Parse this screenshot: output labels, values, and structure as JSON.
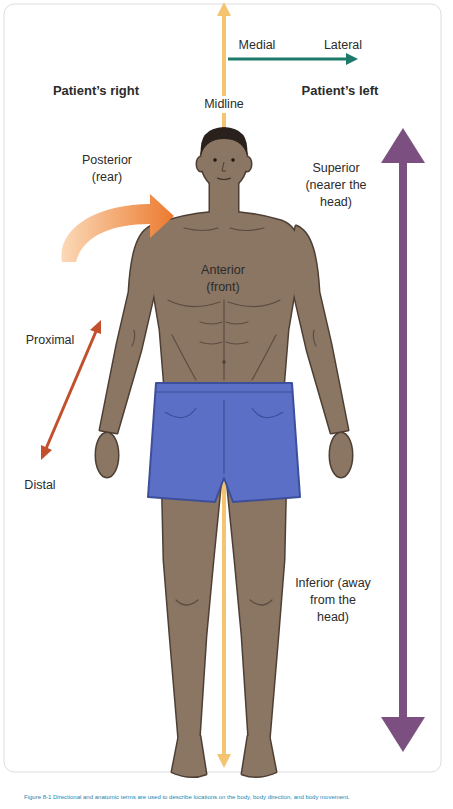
{
  "diagram": {
    "caption": "Figure 8-1 Directional and anatomic terms are used to describe locations on the body, body direction, and body movement.",
    "labels": [
      "Medial",
      "Lateral",
      "Patient’s right",
      "Patient’s left",
      "Midline",
      "Posterior (rear)",
      "Superior (nearer the head)",
      "Anterior (front)",
      "Proximal",
      "Distal",
      "Inferior (away from the head)"
    ]
  }
}
